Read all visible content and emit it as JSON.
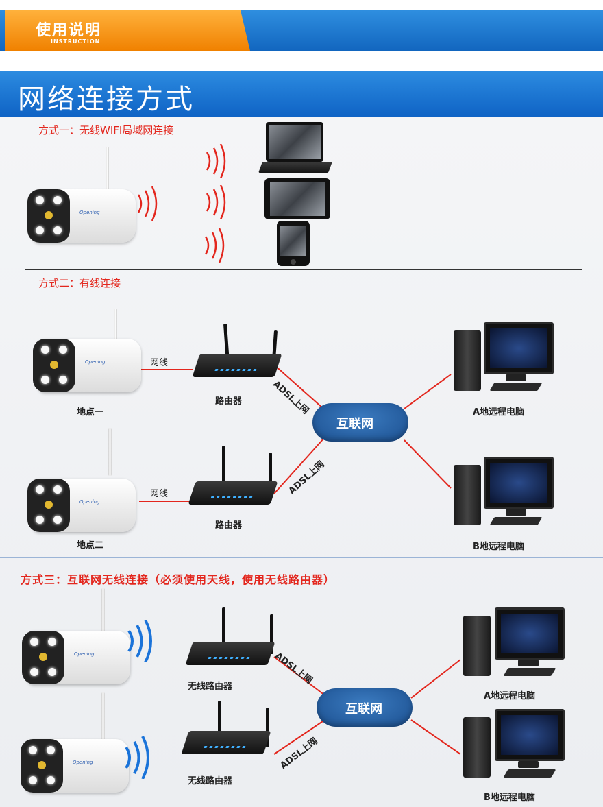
{
  "header": {
    "title": "使用说明",
    "subtitle": "INSTRUCTION"
  },
  "section": {
    "title": "网络连接方式"
  },
  "methods": {
    "m1": "方式一：无线WIFI局域网连接",
    "m2": "方式二：有线连接",
    "m3": "方式三：互联网无线连接（必须使用天线，使用无线路由器）"
  },
  "labels": {
    "cable": "网线",
    "router": "路由器",
    "wireless_router": "无线路由器",
    "adsl": "ADSL上网",
    "internet": "互联网",
    "site1": "地点一",
    "site2": "地点二",
    "pc_a": "A地远程电脑",
    "pc_b": "B地远程电脑",
    "brand": "Opening"
  },
  "colors": {
    "accent_red": "#e3261d",
    "header_blue": "#1266bf",
    "header_orange": "#f08100",
    "cloud_blue": "#1b4f8f",
    "wifi_red": "#e3261d",
    "wifi_blue": "#1a73d9"
  }
}
